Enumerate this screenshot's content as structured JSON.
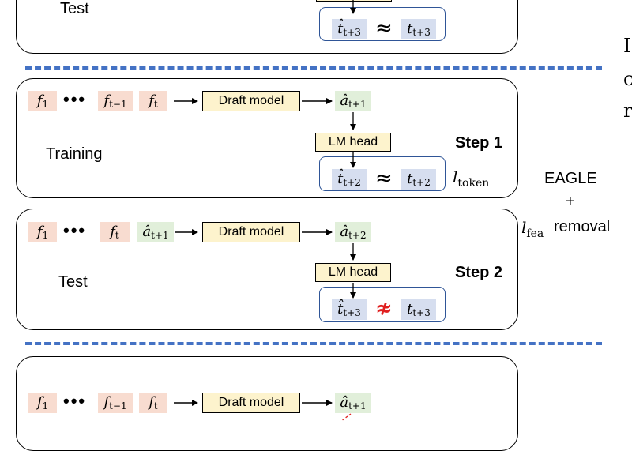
{
  "top_panel": {
    "label": "Test",
    "lhs": {
      "base": "t̂",
      "sub": "t+3"
    },
    "rel": "≈",
    "rhs": {
      "base": "t",
      "sub": "t+3"
    }
  },
  "panel_step1": {
    "label": "Training",
    "step": "Step 1",
    "inputs": [
      {
        "base": "f",
        "sub": "1"
      },
      {
        "base": "f",
        "sub": "t−1"
      },
      {
        "base": "f",
        "sub": "t"
      }
    ],
    "dots": "•••",
    "draft_model": "Draft model",
    "output": {
      "base": "â",
      "sub": "t+1"
    },
    "lm_head": "LM head",
    "lhs": {
      "base": "t̂",
      "sub": "t+2"
    },
    "rel": "≈",
    "rhs": {
      "base": "t",
      "sub": "t+2"
    },
    "loss": {
      "base": "l",
      "sub": "token"
    }
  },
  "panel_step2": {
    "label": "Test",
    "step": "Step 2",
    "inputs": [
      {
        "base": "f",
        "sub": "1"
      },
      {
        "base": "f",
        "sub": "t"
      },
      {
        "base": "â",
        "sub": "t+1"
      }
    ],
    "dots": "•••",
    "draft_model": "Draft model",
    "output": {
      "base": "â",
      "sub": "t+2"
    },
    "lm_head": "LM head",
    "lhs": {
      "base": "t̂",
      "sub": "t+3"
    },
    "rel": "≉",
    "rhs": {
      "base": "t",
      "sub": "t+3"
    }
  },
  "side_note": {
    "line1": "EAGLE",
    "line2": "+",
    "loss": {
      "base": "l",
      "sub": "fea"
    },
    "suffix": "removal"
  },
  "bottom_panel": {
    "inputs": [
      {
        "base": "f",
        "sub": "1"
      },
      {
        "base": "f",
        "sub": "t−1"
      },
      {
        "base": "f",
        "sub": "t"
      }
    ],
    "dots": "•••",
    "draft_model": "Draft model",
    "output": {
      "base": "â",
      "sub": "t+1"
    }
  },
  "right_edge_glyphs": [
    "I",
    "c",
    "r"
  ],
  "colors": {
    "feature_bg": "#f8dcd0",
    "embedding_bg": "#e1efda",
    "target_bg": "#d6deef",
    "box_bg": "#fdf3cd",
    "dash": "#4472c4",
    "mismatch": "#e02020"
  }
}
